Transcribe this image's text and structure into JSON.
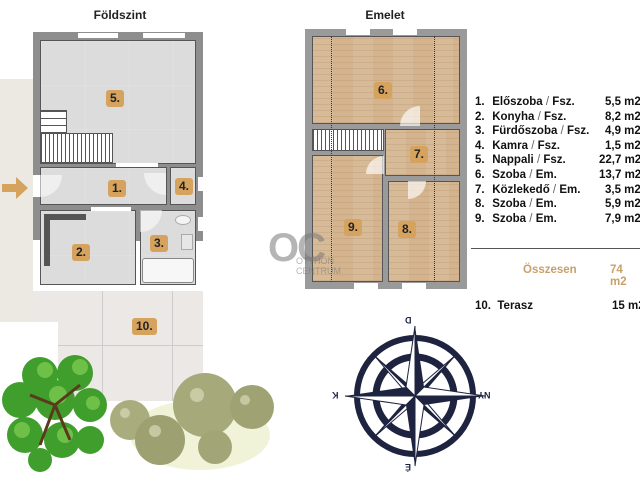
{
  "floors": {
    "ground": {
      "title": "Földszint"
    },
    "upper": {
      "title": "Emelet"
    }
  },
  "rooms": {
    "r1": "1.",
    "r2": "2.",
    "r3": "3.",
    "r4": "4.",
    "r5": "5.",
    "r6": "6.",
    "r7": "7.",
    "r8": "8.",
    "r9": "9.",
    "r10": "10."
  },
  "legend": {
    "items": [
      {
        "num": "1.",
        "name": "Előszoba",
        "level": "Fsz.",
        "area": "5,5 m2"
      },
      {
        "num": "2.",
        "name": "Konyha",
        "level": "Fsz.",
        "area": "8,2 m2"
      },
      {
        "num": "3.",
        "name": "Fürdőszoba",
        "level": "Fsz.",
        "area": "4,9 m2"
      },
      {
        "num": "4.",
        "name": "Kamra",
        "level": "Fsz.",
        "area": "1,5 m2"
      },
      {
        "num": "5.",
        "name": "Nappali",
        "level": "Fsz.",
        "area": "22,7 m2"
      },
      {
        "num": "6.",
        "name": "Szoba",
        "level": "Em.",
        "area": "13,7 m2"
      },
      {
        "num": "7.",
        "name": "Közlekedő",
        "level": "Em.",
        "area": "3,5 m2"
      },
      {
        "num": "8.",
        "name": "Szoba",
        "level": "Em.",
        "area": "5,9 m2"
      },
      {
        "num": "9.",
        "name": "Szoba",
        "level": "Em.",
        "area": "7,9 m2"
      }
    ],
    "separator": "/",
    "total_label": "Összesen",
    "total_value": "74 m2",
    "terrace": {
      "num": "10.",
      "name": "Terasz",
      "area": "15 m2"
    }
  },
  "compass": {
    "north": "D",
    "south": "É",
    "east": "NY",
    "west": "K"
  },
  "watermark": {
    "logo": "OC",
    "line1": "OTTHON",
    "line2": "CENTRUM"
  },
  "colors": {
    "accent": "#d6a35e",
    "total_text": "#c9a06a",
    "compass": "#1e2340"
  }
}
